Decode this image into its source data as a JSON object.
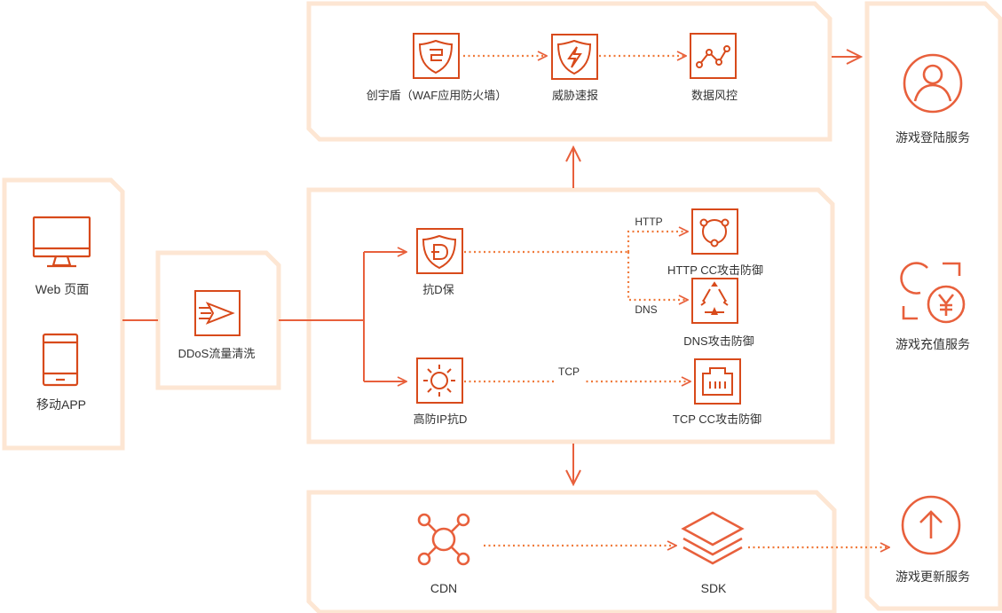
{
  "clients": {
    "web_label": "Web 页面",
    "app_label": "移动APP"
  },
  "ddos": {
    "label": "DDoS流量清洗"
  },
  "security": {
    "waf_label": "创宇盾（WAF应用防火墙）",
    "threat_label": "威胁速报",
    "risk_label": "数据风控"
  },
  "defense": {
    "kangd_label": "抗D保",
    "highip_label": "高防IP抗D",
    "http_cc_label": "HTTP CC攻击防御",
    "dns_label": "DNS攻击防御",
    "tcp_cc_label": "TCP CC攻击防御",
    "edge_http": "HTTP",
    "edge_dns": "DNS",
    "edge_tcp": "TCP"
  },
  "delivery": {
    "cdn_label": "CDN",
    "sdk_label": "SDK"
  },
  "services": {
    "login_label": "游戏登陆服务",
    "recharge_label": "游戏充值服务",
    "update_label": "游戏更新服务"
  },
  "colors": {
    "panel_border": "#fde6d3",
    "accent": "#e8603c",
    "icon_stroke": "#d84a1b",
    "dotted_line": "#f07a3a",
    "text": "#333333"
  }
}
